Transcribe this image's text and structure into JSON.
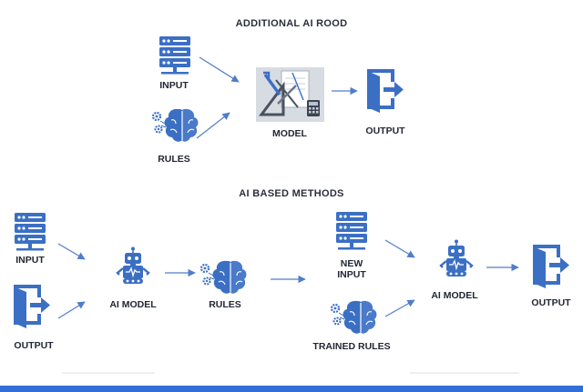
{
  "traditional": {
    "title": "ADDITIONAL AI ROOD",
    "input_label": "INPUT",
    "rules_label": "RULES",
    "model_label": "MODEL",
    "output_label": "OUTPUT"
  },
  "ai_based": {
    "title": "AI BASED METHODS",
    "input_label": "INPUT",
    "output_label": "OUTPUT",
    "ai_model_label": "AI MODEL",
    "rules_label": "RULES",
    "new_input_line1": "NEW",
    "new_input_line2": "INPUT",
    "trained_rules_label": "TRAINED RULES",
    "ai_model2_label": "AI MODEL",
    "output2_label": "OUTPUT"
  },
  "colors": {
    "icon_blue": "#3b6fc4",
    "arrow_blue": "#4f7ec9",
    "bottom_bar": "#2f6fd6",
    "label_text": "#222733"
  },
  "icons": [
    "server-icon",
    "brain-gear-icon",
    "tools-icon",
    "exit-arrow-icon",
    "robot-icon"
  ]
}
